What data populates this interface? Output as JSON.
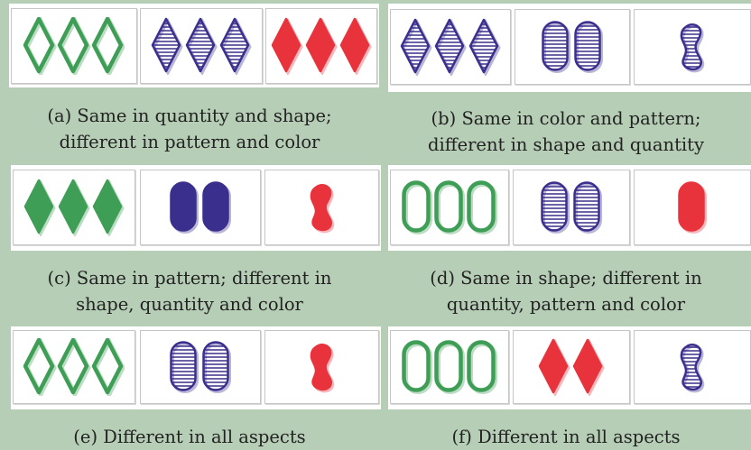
{
  "colors": {
    "background": "#b6ceb6",
    "green": "#3e9e55",
    "purple": "#3a2f8c",
    "red": "#e8323c"
  },
  "panels": [
    {
      "id": "a",
      "caption_line1": "(a) Same in quantity and shape;",
      "caption_line2": "different in pattern and color",
      "cards": [
        {
          "shape": "diamond",
          "count": 3,
          "color": "green",
          "fill": "open"
        },
        {
          "shape": "diamond",
          "count": 3,
          "color": "purple",
          "fill": "striped"
        },
        {
          "shape": "diamond",
          "count": 3,
          "color": "red",
          "fill": "solid"
        }
      ]
    },
    {
      "id": "b",
      "caption_line1": "(b) Same in color and pattern;",
      "caption_line2": "different in shape and quantity",
      "cards": [
        {
          "shape": "diamond",
          "count": 3,
          "color": "purple",
          "fill": "striped"
        },
        {
          "shape": "oval",
          "count": 2,
          "color": "purple",
          "fill": "striped"
        },
        {
          "shape": "squiggle",
          "count": 1,
          "color": "purple",
          "fill": "striped"
        }
      ]
    },
    {
      "id": "c",
      "caption_line1": "(c) Same in pattern; different in",
      "caption_line2": "shape, quantity and color",
      "cards": [
        {
          "shape": "diamond",
          "count": 3,
          "color": "green",
          "fill": "solid"
        },
        {
          "shape": "oval",
          "count": 2,
          "color": "purple",
          "fill": "solid"
        },
        {
          "shape": "squiggle",
          "count": 1,
          "color": "red",
          "fill": "solid"
        }
      ]
    },
    {
      "id": "d",
      "caption_line1": "(d) Same in shape; different in",
      "caption_line2": "quantity, pattern and color",
      "cards": [
        {
          "shape": "oval",
          "count": 3,
          "color": "green",
          "fill": "open"
        },
        {
          "shape": "oval",
          "count": 2,
          "color": "purple",
          "fill": "striped"
        },
        {
          "shape": "oval",
          "count": 1,
          "color": "red",
          "fill": "solid"
        }
      ]
    },
    {
      "id": "e",
      "caption_line1": "(e) Different in all aspects",
      "caption_line2": "",
      "cards": [
        {
          "shape": "diamond",
          "count": 3,
          "color": "green",
          "fill": "open"
        },
        {
          "shape": "oval",
          "count": 2,
          "color": "purple",
          "fill": "striped"
        },
        {
          "shape": "squiggle",
          "count": 1,
          "color": "red",
          "fill": "solid"
        }
      ]
    },
    {
      "id": "f",
      "caption_line1": "(f) Different in all aspects",
      "caption_line2": "",
      "cards": [
        {
          "shape": "oval",
          "count": 3,
          "color": "green",
          "fill": "open"
        },
        {
          "shape": "diamond",
          "count": 2,
          "color": "red",
          "fill": "solid"
        },
        {
          "shape": "squiggle",
          "count": 1,
          "color": "purple",
          "fill": "striped"
        }
      ]
    }
  ]
}
